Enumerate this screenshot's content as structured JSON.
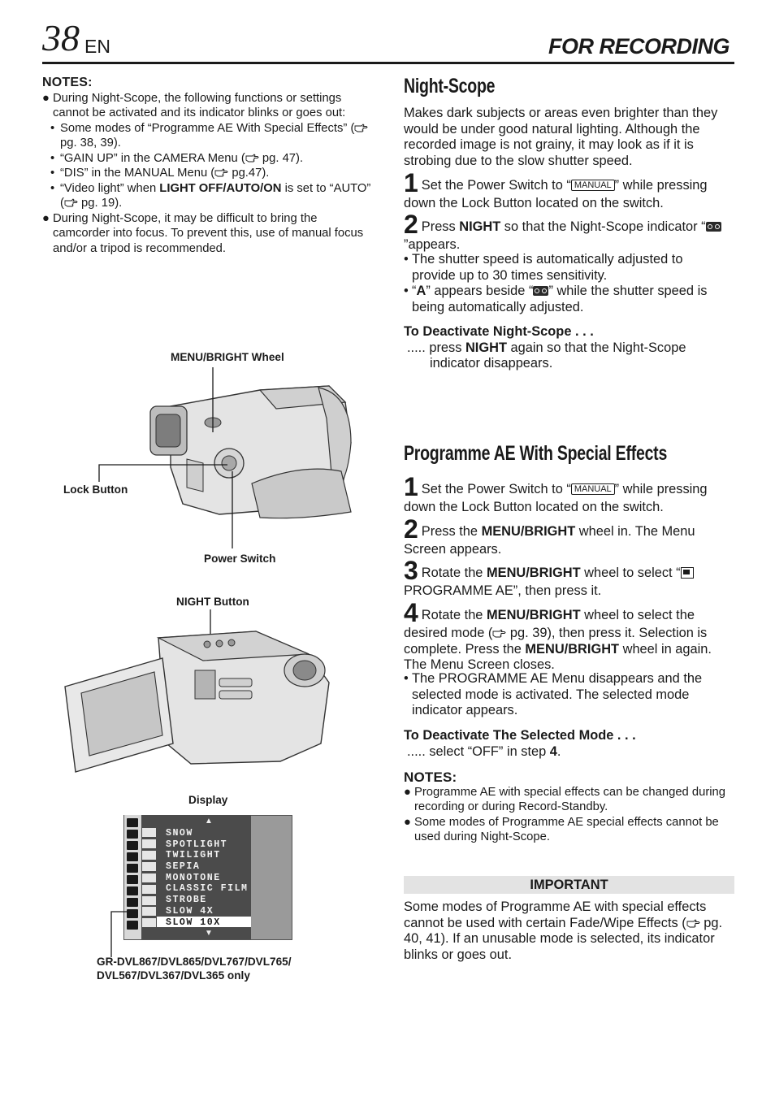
{
  "header": {
    "page_number": "38",
    "language": "EN",
    "section_title": "FOR RECORDING"
  },
  "left_notes": {
    "heading": "NOTES:",
    "b1": "During Night-Scope, the following functions or settings cannot be activated and its indicator blinks or goes out:",
    "sub1a": "Some modes of “Programme AE With Special Effects” (",
    "sub1b": " pg. 38, 39).",
    "sub2a": "“GAIN UP” in the CAMERA Menu (",
    "sub2b": " pg. 47).",
    "sub3a": "“DIS” in the MANUAL Menu (",
    "sub3b": " pg.47).",
    "sub4a": "“Video light” when ",
    "sub4bold": "LIGHT OFF/AUTO/ON",
    "sub4b": " is set to “AUTO”  (",
    "sub4c": " pg. 19).",
    "b2": "During Night-Scope, it may be difficult to bring the camcorder into focus. To prevent this, use of manual focus and/or a tripod is recommended."
  },
  "figures": {
    "menu_bright_wheel": "MENU/BRIGHT Wheel",
    "lock_button": "Lock Button",
    "power_switch": "Power Switch",
    "night_button": "NIGHT Button",
    "display": "Display",
    "models_line1": "GR-DVL867/DVL865/DVL767/DVL765/",
    "models_line2": "DVL567/DVL367/DVL365 only"
  },
  "display_menu": {
    "up_arrow": "▲",
    "down_arrow": "▼",
    "items": [
      "SNOW",
      "SPOTLIGHT",
      "TWILIGHT",
      "SEPIA",
      "MONOTONE",
      "CLASSIC FILM",
      "STROBE",
      "SLOW 4X",
      "SLOW 10X"
    ],
    "selected_index": 8
  },
  "night_scope": {
    "title": "Night-Scope",
    "intro": "Makes dark subjects or areas even brighter than they would be under good natural lighting. Although the recorded image is not grainy, it may look as if it is strobing due to the slow shutter speed.",
    "step1_num": "1",
    "step1a": "Set the Power Switch to “",
    "manual_label": "MANUAL",
    "step1b": "” while pressing down the Lock Button located on the switch.",
    "step2_num": "2",
    "step2a": "Press ",
    "step2bold": "NIGHT",
    "step2b": " so that the Night-Scope indicator “",
    "step2c": "”appears.",
    "bullet1": "The shutter speed is automatically adjusted to provide up to 30 times sensitivity.",
    "bullet2a": "“",
    "bullet2bold": "A",
    "bullet2b": "” appears beside “",
    "bullet2c": "” while the shutter speed is being automatically adjusted.",
    "deact_heading": "To Deactivate Night-Scope . . .",
    "deact_a": "..... press ",
    "deact_bold": "NIGHT",
    "deact_b": " again so that the Night-Scope",
    "deact_c": "indicator disappears."
  },
  "programme_ae": {
    "title": "Programme AE With Special Effects",
    "step1_num": "1",
    "step1a": "Set the Power Switch to “",
    "manual_label": "MANUAL",
    "step1b": "” while pressing down the Lock Button located on the switch.",
    "step2_num": "2",
    "step2a": "Press the ",
    "step2bold": "MENU/BRIGHT",
    "step2b": " wheel in. The Menu Screen appears.",
    "step3_num": "3",
    "step3a": "Rotate the ",
    "step3bold": "MENU/BRIGHT",
    "step3b": " wheel to select “",
    "step3c": "PROGRAMME AE”, then press it.",
    "step4_num": "4",
    "step4a": "Rotate the ",
    "step4bold": "MENU/BRIGHT",
    "step4b": " wheel to select the desired mode (",
    "step4c": " pg. 39), then press it. Selection is complete. Press the ",
    "step4bold2": "MENU/BRIGHT",
    "step4d": " wheel in again. The Menu Screen closes.",
    "bullet1": "The PROGRAMME AE Menu disappears and the selected mode is activated. The selected mode indicator appears.",
    "deact_heading": "To Deactivate The Selected Mode . . .",
    "deact_a": "..... select “OFF” in step ",
    "deact_bold": "4",
    "deact_b": ".",
    "notes_heading": "NOTES:",
    "note1": "Programme AE with special effects can be changed during recording or during Record-Standby.",
    "note2": "Some modes of Programme AE special effects cannot be used during Night-Scope."
  },
  "important": {
    "heading": "IMPORTANT",
    "text_a": "Some modes of Programme AE with special effects cannot be used with certain Fade/Wipe Effects (",
    "text_b": " pg. 40, 41). If an unusable mode is selected, its indicator blinks or goes out."
  }
}
